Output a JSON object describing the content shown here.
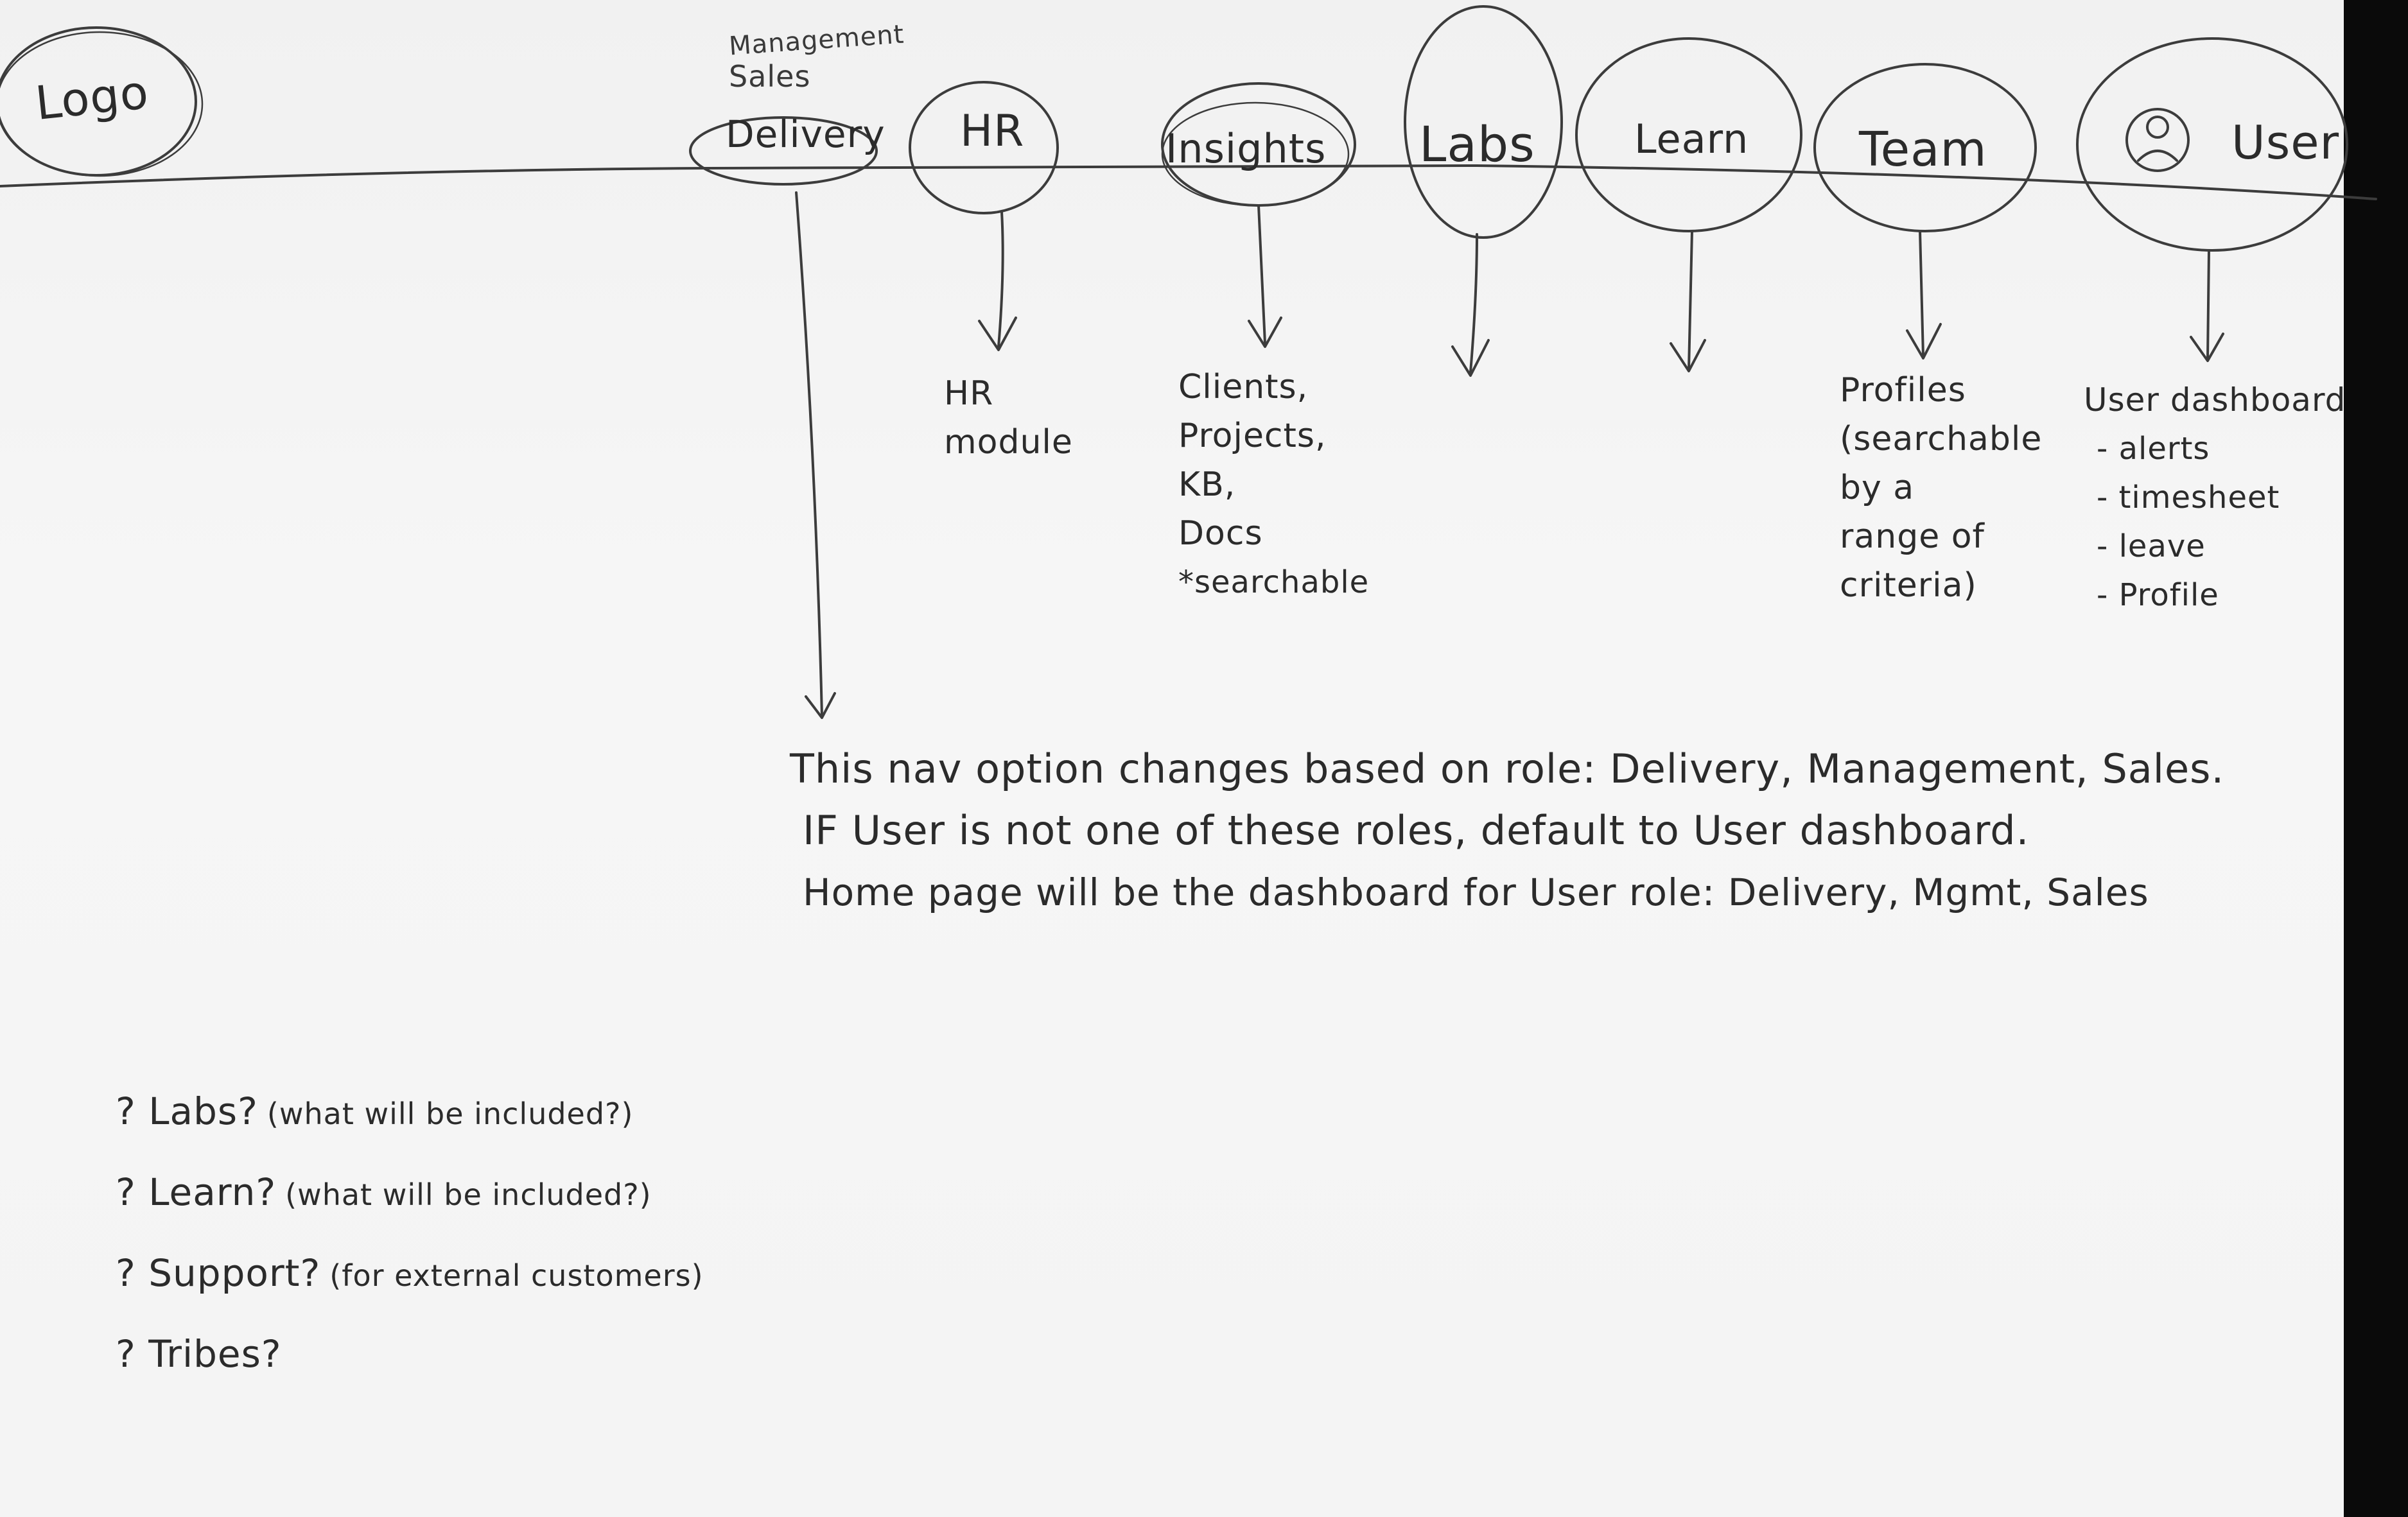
{
  "logo": {
    "label": "Logo"
  },
  "role_menu": {
    "label_top": "Management",
    "label_mid": "Sales"
  },
  "nav": {
    "delivery": "Delivery",
    "hr": "HR",
    "insights": "Insights",
    "labs": "Labs",
    "learn": "Learn",
    "team": "Team",
    "user": "User"
  },
  "details": {
    "hr": [
      "HR",
      "module"
    ],
    "insights": [
      "Clients,",
      "Projects,",
      "KB,",
      "Docs",
      "*searchable"
    ],
    "team": [
      "Profiles",
      "(searchable",
      "by a",
      "range of",
      "criteria)"
    ],
    "user": [
      "User dashboard",
      "- alerts",
      "- timesheet",
      "- leave",
      "- Profile"
    ]
  },
  "notes": [
    "This nav option changes based on role: Delivery, Management, Sales.",
    "IF User is not one of these roles, default to User dashboard.",
    "Home page will be the dashboard for User role: Delivery, Mgmt, Sales"
  ],
  "questions": [
    {
      "label": "? Labs?",
      "sub": "(what will be included?)"
    },
    {
      "label": "? Learn?",
      "sub": "(what will be included?)"
    },
    {
      "label": "? Support?",
      "sub": "(for external customers)"
    },
    {
      "label": "? Tribes?",
      "sub": ""
    }
  ]
}
